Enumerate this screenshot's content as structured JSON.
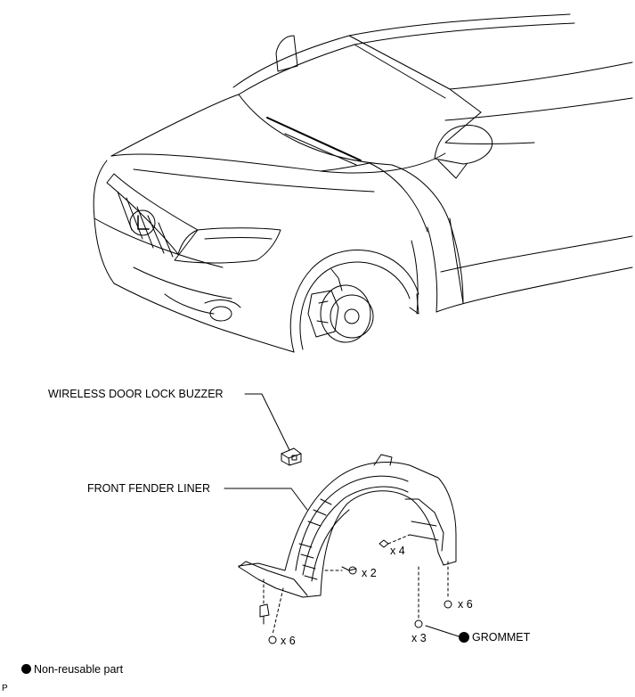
{
  "labels": {
    "buzzer": "WIRELESS DOOR LOCK BUZZER",
    "liner": "FRONT FENDER LINER",
    "grommet": "GROMMET",
    "qty_x4": "x 4",
    "qty_x2": "x 2",
    "qty_x6_right": "x 6",
    "qty_x6_left": "x 6",
    "qty_x3": "x 3"
  },
  "legend": {
    "non_reusable": "Non-reusable part",
    "marker": "filled-circle-icon"
  },
  "figure_code": "P"
}
